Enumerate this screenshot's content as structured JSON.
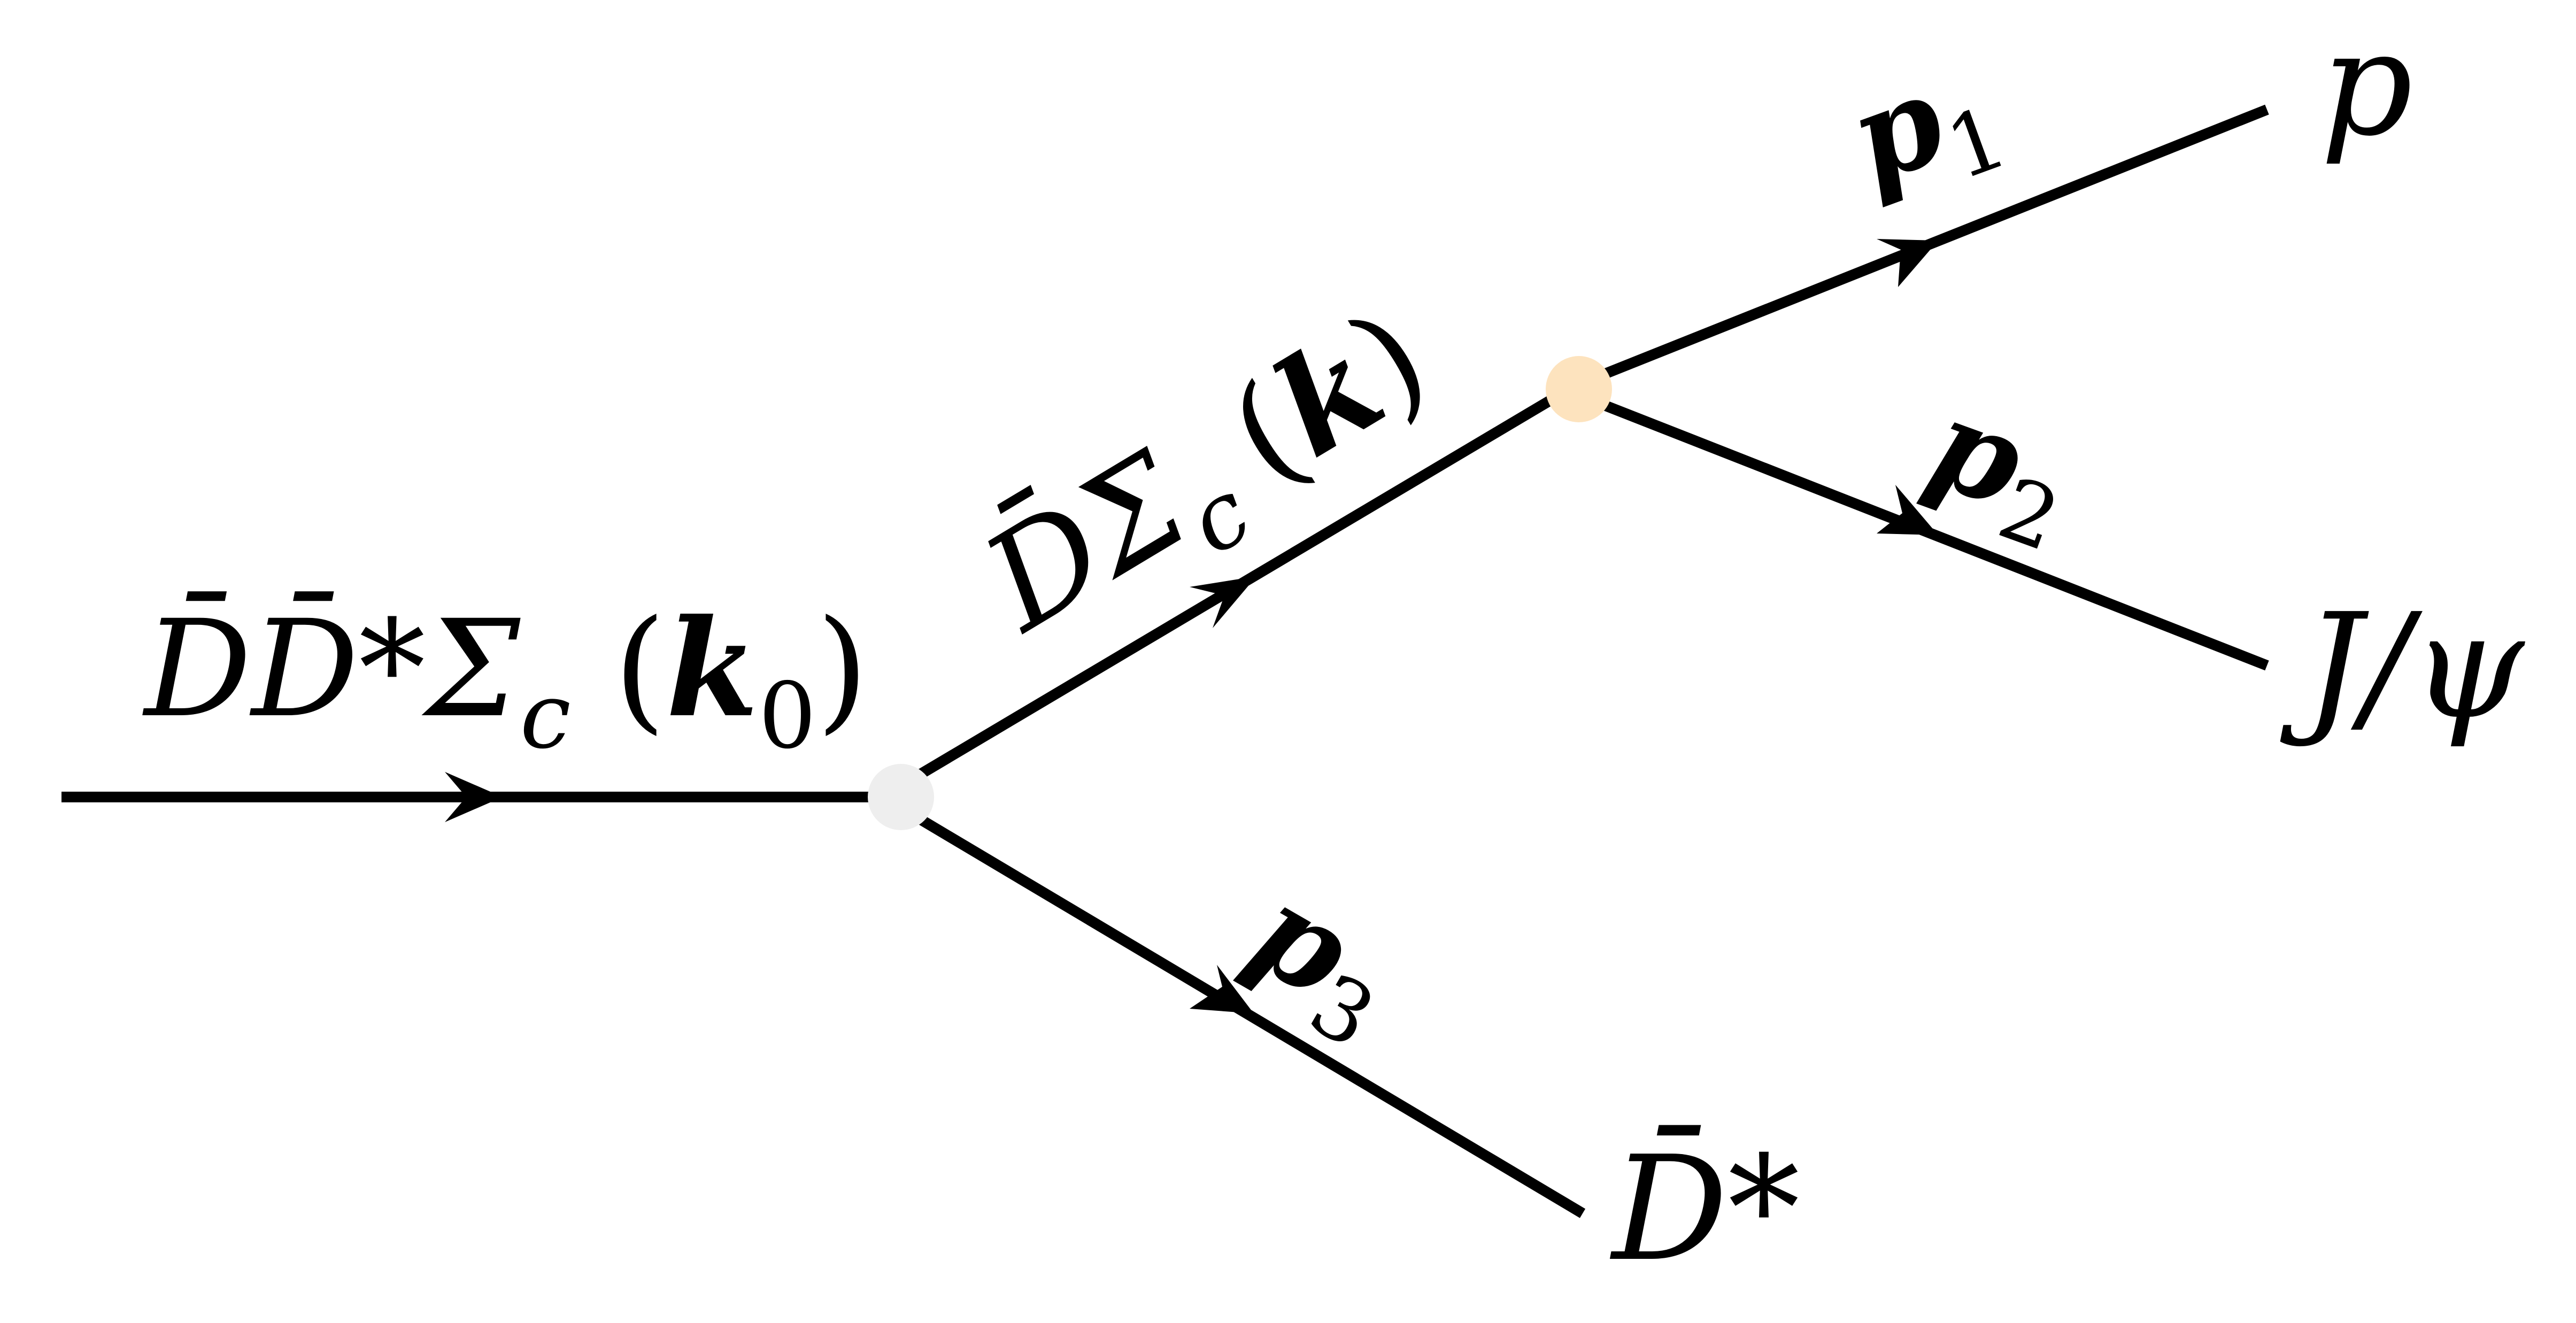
{
  "colors": {
    "line": "#000000",
    "vertex_left": "#eeeeee",
    "vertex_right": "#fde3be",
    "background": "#ffffff"
  },
  "labels": {
    "incoming": {
      "state": "D̄D̄*Σ",
      "state_sub": "c",
      "open": "(",
      "momentum": "k",
      "momentum_sub": "0",
      "close": ")"
    },
    "intermediate": {
      "state": "D̄Σ",
      "state_sub": "c",
      "open": "(",
      "momentum": "k",
      "close": ")"
    },
    "p1": {
      "symbol": "p",
      "sub": "1"
    },
    "p2": {
      "symbol": "p",
      "sub": "2"
    },
    "p3": {
      "symbol": "p",
      "sub": "3"
    },
    "out_proton": "p",
    "out_jpsi": "J/ψ",
    "out_dstar": "D̄*"
  }
}
